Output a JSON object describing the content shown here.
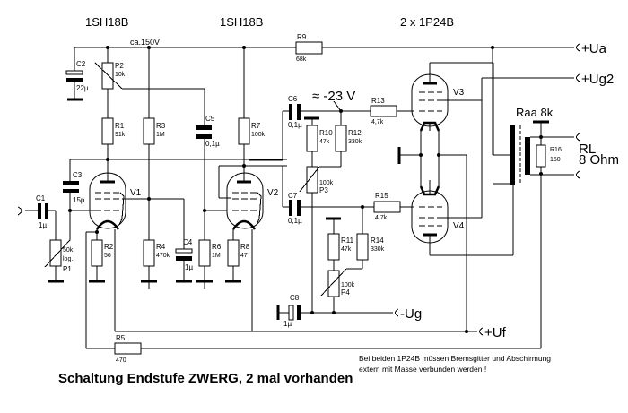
{
  "header": {
    "tube_stage1": "1SH18B",
    "tube_stage2": "1SH18B",
    "tube_output": "2 x 1P24B",
    "supply_voltage": "ca.150V",
    "bias_voltage": "≈ -23 V"
  },
  "terminals": {
    "ua": "+Ua",
    "ug2": "+Ug2",
    "ug": "-Ug",
    "uf": "+Uf",
    "load_label": "RL",
    "load_value": "8 Ohm",
    "transformer": "Raa 8k"
  },
  "components": {
    "C1": {
      "name": "C1",
      "value": "1µ"
    },
    "C2": {
      "name": "C2",
      "value": "22µ"
    },
    "C3": {
      "name": "C3",
      "value": "15p"
    },
    "C4": {
      "name": "C4",
      "value": "1µ"
    },
    "C5": {
      "name": "C5",
      "value": "0,1µ"
    },
    "C6": {
      "name": "C6",
      "value": "0,1µ"
    },
    "C7": {
      "name": "C7",
      "value": "0,1µ"
    },
    "C8": {
      "name": "C8",
      "value": "1µ"
    },
    "P1": {
      "name": "P1",
      "value": "50k",
      "extra": "log."
    },
    "P2": {
      "name": "P2",
      "value": "10k"
    },
    "P3": {
      "name": "P3",
      "value": "100k"
    },
    "P4": {
      "name": "P4",
      "value": "100k"
    },
    "R1": {
      "name": "R1",
      "value": "91k"
    },
    "R2": {
      "name": "R2",
      "value": "56"
    },
    "R3": {
      "name": "R3",
      "value": "1M"
    },
    "R4": {
      "name": "R4",
      "value": "470k"
    },
    "R5": {
      "name": "R5",
      "value": "470"
    },
    "R6": {
      "name": "R6",
      "value": "1M"
    },
    "R7": {
      "name": "R7",
      "value": "100k"
    },
    "R8": {
      "name": "R8",
      "value": "47"
    },
    "R9": {
      "name": "R9",
      "value": "68k"
    },
    "R10": {
      "name": "R10",
      "value": "47k"
    },
    "R11": {
      "name": "R11",
      "value": "47k"
    },
    "R12": {
      "name": "R12",
      "value": "330k"
    },
    "R13": {
      "name": "R13",
      "value": "4,7k"
    },
    "R14": {
      "name": "R14",
      "value": "330k"
    },
    "R15": {
      "name": "R15",
      "value": "4,7k"
    },
    "R16": {
      "name": "R16",
      "value": "150"
    },
    "V1": {
      "name": "V1"
    },
    "V2": {
      "name": "V2"
    },
    "V3": {
      "name": "V3"
    },
    "V4": {
      "name": "V4"
    }
  },
  "footer": {
    "title": "Schaltung Endstufe ZWERG, 2 mal vorhanden",
    "note_line1": "Bei beiden 1P24B müssen Bremsgitter und Abschirmung",
    "note_line2": "extern mit Masse verbunden werden !"
  }
}
